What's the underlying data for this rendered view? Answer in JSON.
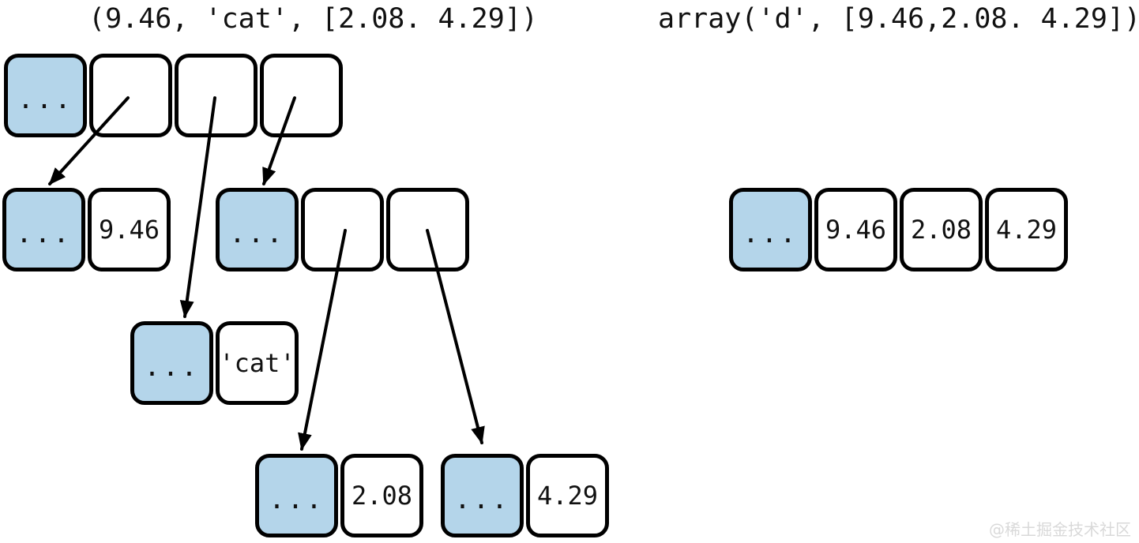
{
  "left_panel": {
    "title": "(9.46, 'cat', [2.08. 4.29])",
    "tuple": {
      "header": "..."
    },
    "float_946": {
      "header": "...",
      "value": "9.46"
    },
    "str_cat": {
      "header": "...",
      "value": "'cat'"
    },
    "list_obj": {
      "header": "..."
    },
    "float_208": {
      "header": "...",
      "value": "2.08"
    },
    "float_429": {
      "header": "...",
      "value": "4.29"
    },
    "references": [
      {
        "from": "tuple-slot-0",
        "to": "float-9.46"
      },
      {
        "from": "tuple-slot-1",
        "to": "str-cat"
      },
      {
        "from": "tuple-slot-2",
        "to": "list-object"
      },
      {
        "from": "list-slot-0",
        "to": "float-2.08"
      },
      {
        "from": "list-slot-1",
        "to": "float-4.29"
      }
    ]
  },
  "right_panel": {
    "title": "array('d', [9.46,2.08. 4.29])",
    "array_obj": {
      "header": "...",
      "values": [
        "9.46",
        "2.08",
        "4.29"
      ]
    }
  },
  "colors": {
    "header_fill": "#b4d5ea",
    "box_border": "#000000",
    "background": "#ffffff",
    "watermark_text": "#d9d9d9"
  },
  "watermark": "@稀土掘金技术社区"
}
